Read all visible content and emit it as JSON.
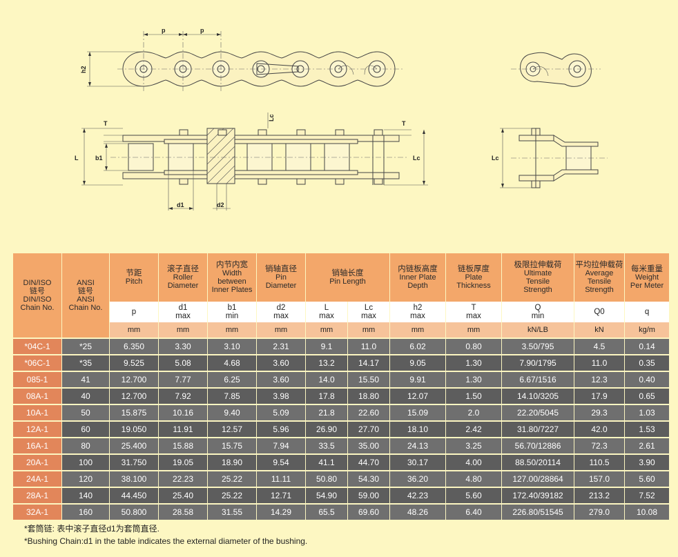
{
  "drawing_labels": {
    "p1": "p",
    "p2": "p",
    "h2": "h2",
    "T_left": "T",
    "T_right": "T",
    "L": "L",
    "b1": "b1",
    "Lc_top": "Lc",
    "Lc_right": "Lc",
    "Lc_side": "Lc",
    "d1": "d1",
    "d2": "d2"
  },
  "table": {
    "header": [
      {
        "key": "din",
        "cn": "",
        "en": "DIN/ISO\n链号\nDIN/ISO\nChain No."
      },
      {
        "key": "ansi",
        "cn": "",
        "en": "ANSI\n链号\nANSI\nChain No."
      },
      {
        "key": "pitch",
        "cn": "节距",
        "en": "Pitch"
      },
      {
        "key": "roller",
        "cn": "滚子直径",
        "en": "Roller\nDiameter"
      },
      {
        "key": "width",
        "cn": "内节内宽",
        "en": "Width\nbetween\nInner Plates"
      },
      {
        "key": "pin_d",
        "cn": "销轴直径",
        "en": "Pin\nDiameter"
      },
      {
        "key": "pin_len",
        "cn": "销轴长度",
        "en": "Pin Length"
      },
      {
        "key": "plate_depth",
        "cn": "内链板高度",
        "en": "Inner Plate\nDepth"
      },
      {
        "key": "plate_thick",
        "cn": "链板厚度",
        "en": "Plate\nThickness"
      },
      {
        "key": "uts",
        "cn": "极限拉伸载荷",
        "en": "Ultimate\nTensile\nStrength"
      },
      {
        "key": "ats",
        "cn": "平均拉伸载荷",
        "en": "Average\nTensile\nStrength"
      },
      {
        "key": "weight",
        "cn": "每米重量",
        "en": "Weight\nPer Meter"
      }
    ],
    "symbols": [
      "p",
      "d1\nmax",
      "b1\nmin",
      "d2\nmax",
      "L\nmax",
      "Lc\nmax",
      "h2\nmax",
      "T\nmax",
      "Q\nmin",
      "Q0",
      "q"
    ],
    "units": [
      "mm",
      "mm",
      "mm",
      "mm",
      "mm",
      "mm",
      "mm",
      "mm",
      "kN/LB",
      "kN",
      "kg/m"
    ],
    "rows": [
      [
        "*04C-1",
        "*25",
        "6.350",
        "3.30",
        "3.10",
        "2.31",
        "9.1",
        "11.0",
        "6.02",
        "0.80",
        "3.50/795",
        "4.5",
        "0.14"
      ],
      [
        "*06C-1",
        "*35",
        "9.525",
        "5.08",
        "4.68",
        "3.60",
        "13.2",
        "14.17",
        "9.05",
        "1.30",
        "7.90/1795",
        "11.0",
        "0.35"
      ],
      [
        "085-1",
        "41",
        "12.700",
        "7.77",
        "6.25",
        "3.60",
        "14.0",
        "15.50",
        "9.91",
        "1.30",
        "6.67/1516",
        "12.3",
        "0.40"
      ],
      [
        "08A-1",
        "40",
        "12.700",
        "7.92",
        "7.85",
        "3.98",
        "17.8",
        "18.80",
        "12.07",
        "1.50",
        "14.10/3205",
        "17.9",
        "0.65"
      ],
      [
        "10A-1",
        "50",
        "15.875",
        "10.16",
        "9.40",
        "5.09",
        "21.8",
        "22.60",
        "15.09",
        "2.0",
        "22.20/5045",
        "29.3",
        "1.03"
      ],
      [
        "12A-1",
        "60",
        "19.050",
        "11.91",
        "12.57",
        "5.96",
        "26.90",
        "27.70",
        "18.10",
        "2.42",
        "31.80/7227",
        "42.0",
        "1.53"
      ],
      [
        "16A-1",
        "80",
        "25.400",
        "15.88",
        "15.75",
        "7.94",
        "33.5",
        "35.00",
        "24.13",
        "3.25",
        "56.70/12886",
        "72.3",
        "2.61"
      ],
      [
        "20A-1",
        "100",
        "31.750",
        "19.05",
        "18.90",
        "9.54",
        "41.1",
        "44.70",
        "30.17",
        "4.00",
        "88.50/20114",
        "110.5",
        "3.90"
      ],
      [
        "24A-1",
        "120",
        "38.100",
        "22.23",
        "25.22",
        "11.11",
        "50.80",
        "54.30",
        "36.20",
        "4.80",
        "127.00/28864",
        "157.0",
        "5.60"
      ],
      [
        "28A-1",
        "140",
        "44.450",
        "25.40",
        "25.22",
        "12.71",
        "54.90",
        "59.00",
        "42.23",
        "5.60",
        "172.40/39182",
        "213.2",
        "7.52"
      ],
      [
        "32A-1",
        "160",
        "50.800",
        "28.58",
        "31.55",
        "14.29",
        "65.5",
        "69.60",
        "48.26",
        "6.40",
        "226.80/51545",
        "279.0",
        "10.08"
      ]
    ]
  },
  "notes": {
    "cn": "*套筒链: 表中滚子直径d1为套筒直径.",
    "en": "*Bushing Chain:d1 in the table indicates the external diameter of the bushing."
  },
  "colors": {
    "background": "#fdf7c2",
    "header": "#f3a76a",
    "id_cell": "#e2865a",
    "value_cell": "#6f6f6f"
  }
}
